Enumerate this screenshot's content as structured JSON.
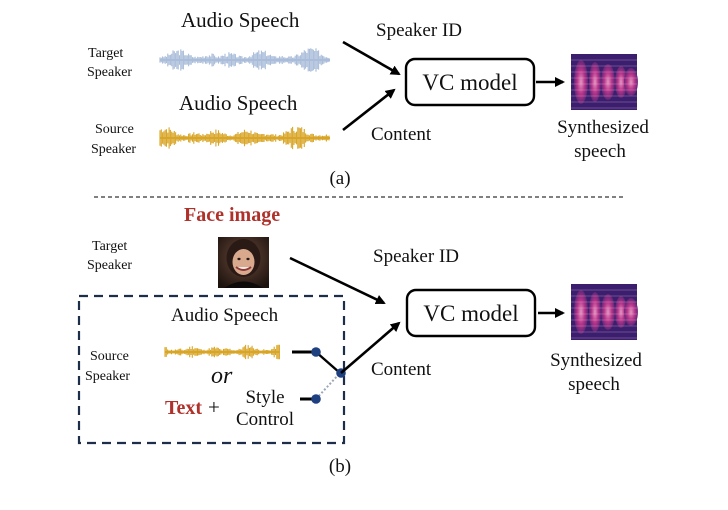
{
  "panel_a": {
    "label": "(a)",
    "audio_top": "Audio Speech",
    "target_line1": "Target",
    "target_line2": "Speaker",
    "audio_bottom": "Audio Speech",
    "source_line1": "Source",
    "source_line2": "Speaker",
    "speaker_id": "Speaker ID",
    "content": "Content",
    "vc_model": "VC model",
    "output_line1": "Synthesized",
    "output_line2": "speech"
  },
  "panel_b": {
    "label": "(b)",
    "face_image": "Face image",
    "target_line1": "Target",
    "target_line2": "Speaker",
    "speaker_id": "Speaker ID",
    "audio": "Audio Speech",
    "source_line1": "Source",
    "source_line2": "Speaker",
    "or": "or",
    "text": "Text",
    "plus": "+",
    "style_line1": "Style",
    "style_line2": "Control",
    "content": "Content",
    "vc_model": "VC model",
    "output_line1": "Synthesized",
    "output_line2": "speech"
  },
  "colors": {
    "target_wave": "#a9bcd9",
    "source_wave": "#d8a526",
    "highlight_text": "#b0302a",
    "switch_dot": "#1e3f80",
    "dashed_box": "#1d2e4a",
    "spectrogram_bg": "#3b1f6e"
  },
  "icons": {
    "spectrogram": "spectrogram-icon",
    "face": "face-photo-icon"
  }
}
